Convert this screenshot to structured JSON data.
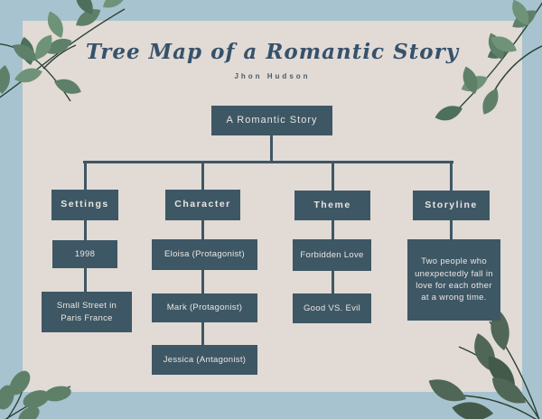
{
  "header": {
    "title": "Tree Map of a Romantic Story",
    "author": "Jhon Hudson"
  },
  "tree": {
    "root": {
      "label": "A Romantic Story"
    },
    "branches": [
      {
        "label": "Settings",
        "children": [
          "1998",
          "Small Street in Paris France"
        ]
      },
      {
        "label": "Character",
        "children": [
          "Eloisa (Protagonist)",
          "Mark (Protagonist)",
          "Jessica (Antagonist)"
        ]
      },
      {
        "label": "Theme",
        "children": [
          "Forbidden Love",
          "Good VS. Evil"
        ]
      },
      {
        "label": "Storyline",
        "children": [
          "Two people who unexpectedly fall in love for each other at a wrong time."
        ]
      }
    ]
  },
  "colors": {
    "bg": "#a7c3cf",
    "panel": "#e1dad5",
    "node": "#3e5765",
    "node-text": "#e9e6e2",
    "title": "#36526b",
    "subtitle": "#4d5a63",
    "connector": "#3e5765",
    "leaf-green": "#5e8069",
    "leaf-green-light": "#6f9379",
    "leaf-green-dark": "#4e6f5b",
    "leaf-sage": "#506757",
    "leaf-sage-dark": "#435a4b",
    "stem": "#2e4236"
  }
}
